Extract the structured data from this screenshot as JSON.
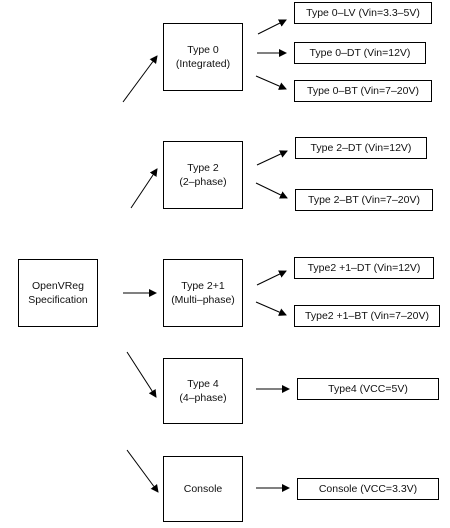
{
  "root": {
    "line1": "OpenVReg",
    "line2": "Specification"
  },
  "types": [
    {
      "line1": "Type 0",
      "line2": "(Integrated)",
      "variants": [
        "Type 0–LV (Vin=3.3–5V)",
        "Type 0–DT (Vin=12V)",
        "Type 0–BT (Vin=7–20V)"
      ]
    },
    {
      "line1": "Type 2",
      "line2": "(2–phase)",
      "variants": [
        "Type 2–DT (Vin=12V)",
        "Type 2–BT (Vin=7–20V)"
      ]
    },
    {
      "line1": "Type 2+1",
      "line2": "(Multi–phase)",
      "variants": [
        "Type2 +1–DT (Vin=12V)",
        "Type2 +1–BT (Vin=7–20V)"
      ]
    },
    {
      "line1": "Type 4",
      "line2": "(4–phase)",
      "variants": [
        "Type4 (VCC=5V)"
      ]
    },
    {
      "line1": "Console",
      "line2": "",
      "variants": [
        "Console (VCC=3.3V)"
      ]
    }
  ]
}
